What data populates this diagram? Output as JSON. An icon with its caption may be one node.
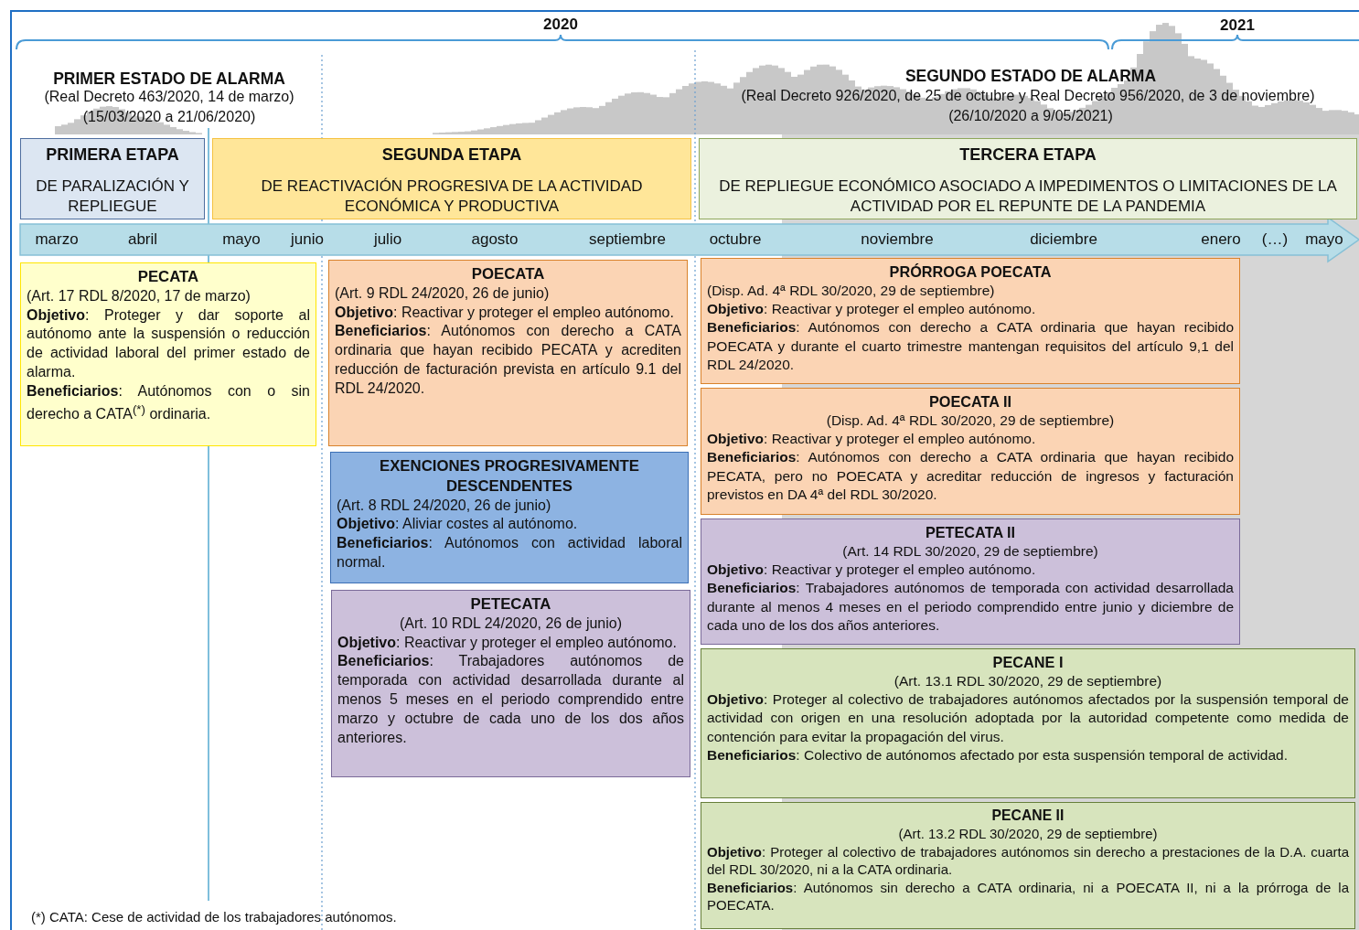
{
  "diagram": {
    "nodes": [
      {
        "text": [
          "PRIMERA ETAPA",
          "DE PARALIZACIÓN Y REPLIEGUE"
        ]
      },
      {
        "text": [
          "SEGUNDA ETAPA",
          "DE REACTIVACIÓN PROGRESIVA DE LA ACTIVIDAD ECONÓMICA Y PRODUCTIVA"
        ]
      },
      {
        "text": [
          "TERCERA ETAPA",
          "DE REPLIEGUE ECONÓMICO ASOCIADO A IMPEDIMENTOS O LIMITACIONES DE LA ACTIVIDAD POR EL REPUNTE DE LA PANDEMIA"
        ]
      },
      {
        "text": [
          "PECATA",
          "(Art. 17 RDL 8/2020, 17 de marzo)",
          "**Objetivo**: Proteger y dar soporte al autónomo ante la suspensión o reducción de actividad laboral del primer estado de alarma.",
          "**Beneficiarios**: Autónomos con o sin derecho a CATA$^{(*)}$ ordinaria."
        ]
      },
      {
        "text": [
          "POECATA",
          "(Art. 9 RDL 24/2020, 26 de junio)",
          "**Objetivo**: Reactivar y proteger el empleo autónomo.",
          "**Beneficiarios**: Autónomos con derecho a CATA ordinaria que hayan recibido PECATA y acrediten reducción de facturación prevista en artículo 9.1 del RDL 24/2020."
        ]
      },
      {
        "text": [
          "EXENCIONES PROGRESIVAMENTE DESCENDENTES",
          "(Art. 8 RDL 24/2020, 26 de junio)",
          "**Objetivo**: Aliviar costes al autónomo.",
          "**Beneficiarios**: Autónomos con actividad laboral normal."
        ]
      },
      {
        "text": [
          "PETECATA",
          "(Art. 10 RDL 24/2020, 26 de junio)",
          "**Objetivo**: Reactivar y proteger el empleo autónomo.",
          "**Beneficiarios**: Trabajadores autónomos de temporada con actividad desarrollada durante al menos 5 meses en el periodo comprendido entre marzo y octubre de cada uno de los dos años anteriores."
        ]
      },
      {
        "text": [
          "PRÓRROGA POECATA",
          "(Disp. Ad. 4ª RDL 30/2020, 29 de septiembre)",
          "**Objetivo**: Reactivar y proteger el empleo autónomo.",
          "**Beneficiarios**: Autónomos con derecho a CATA ordinaria que hayan recibido POECATA y durante el cuarto trimestre mantengan requisitos del artículo 9,1 del RDL 24/2020."
        ]
      },
      {
        "text": [
          "POECATA II",
          "(Disp. Ad. 4ª RDL 30/2020, 29 de septiembre)",
          "**Objetivo**: Reactivar y proteger el empleo autónomo.",
          "**Beneficiarios**: Autónomos con derecho a CATA ordinaria que hayan recibido PECATA, pero no POECATA y acreditar reducción de ingresos y facturación previstos en DA 4ª del RDL 30/2020."
        ]
      },
      {
        "text": [
          "PETECATA II",
          "(Art. 14 RDL 30/2020, 29 de septiembre)",
          "**Objetivo**: Reactivar y proteger el empleo autónomo.",
          "**Beneficiarios**: Trabajadores autónomos de temporada con actividad desarrollada durante al menos 4 meses en el periodo comprendido entre junio y diciembre de cada uno de los dos años anteriores."
        ]
      },
      {
        "text": [
          "PECANE I",
          "(Art. 13.1 RDL 30/2020, 29 de septiembre)",
          "**Objetivo**: Proteger al colectivo de trabajadores autónomos afectados por la suspensión temporal de actividad con origen en una resolución adoptada por la autoridad competente como medida de contención para evitar la propagación del virus.",
          "**Beneficiarios**: Colectivo de autónomos afectado por esta suspensión temporal de actividad."
        ]
      },
      {
        "text": [
          "PECANE II",
          "(Art. 13.2 RDL 30/2020, 29 de septiembre)",
          "**Objetivo**: Proteger al colectivo de trabajadores autónomos sin derecho a prestaciones de la D.A. cuarta del RDL 30/2020, ni a la CATA ordinaria.",
          "**Beneficiarios**: Autónomos sin derecho a CATA ordinaria, ni a POECATA II, ni a la prórroga de la POECATA."
        ]
      }
    ],
    "labels": [
      "2020",
      "2021",
      "PRIMER ESTADO DE ALARMA",
      "(Real Decreto 463/2020, 14 de marzo)",
      "(15/03/2020 a 21/06/2020)",
      "SEGUNDO ESTADO DE ALARMA",
      "(Real Decreto 926/2020, de 25 de octubre y Real Decreto 956/2020, de 3 de noviembre)",
      "(26/10/2020 a 9/05/2021)",
      "marzo",
      "abril",
      "mayo",
      "junio",
      "julio",
      "agosto",
      "septiembre",
      "octubre",
      "noviembre",
      "diciembre",
      "enero",
      "(…)",
      "mayo"
    ],
    "caption": "(*) CATA: Cese de actividad de los trabajadores autónomos."
  }
}
